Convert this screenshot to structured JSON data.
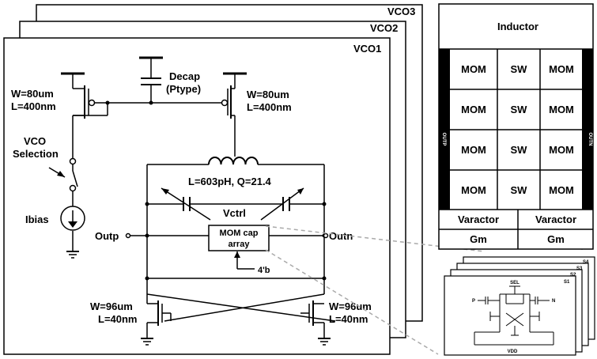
{
  "vco_stack": {
    "vco3_label": "VCO3",
    "vco2_label": "VCO2",
    "vco1_label": "VCO1"
  },
  "transistors": {
    "pmos_left": {
      "w": "W=80um",
      "l": "L=400nm"
    },
    "pmos_right": {
      "w": "W=80um",
      "l": "L=400nm"
    },
    "nmos_left": {
      "w": "W=96um",
      "l": "L=40nm"
    },
    "nmos_right": {
      "w": "W=96um",
      "l": "L=40nm"
    }
  },
  "decap": {
    "line1": "Decap",
    "line2": "(Ptype)"
  },
  "vco_selection": {
    "line1": "VCO",
    "line2": "Selection"
  },
  "ibias_label": "Ibias",
  "inductor": {
    "label": "L=603pH, Q=21.4"
  },
  "vctrl_label": "Vctrl",
  "outp_label": "Outp",
  "outn_label": "Outn",
  "mom_array": {
    "line1": "MOM cap",
    "line2": "array",
    "bits": "4'b"
  },
  "layout": {
    "inductor_label": "Inductor",
    "rows": [
      [
        "MOM",
        "SW",
        "MOM"
      ],
      [
        "MOM",
        "SW",
        "MOM"
      ],
      [
        "MOM",
        "SW",
        "MOM"
      ],
      [
        "MOM",
        "SW",
        "MOM"
      ]
    ],
    "varactors": [
      "Varactor",
      "Varactor"
    ],
    "gm": [
      "Gm",
      "Gm"
    ],
    "side_left": "OUTP",
    "side_right": "OUTN"
  },
  "switch_cells": {
    "stack_labels": [
      "S4",
      "S3",
      "S2",
      "S1"
    ],
    "sel_label": "SEL",
    "p_label": "P",
    "n_label": "N",
    "vdd_label": "VDD"
  }
}
